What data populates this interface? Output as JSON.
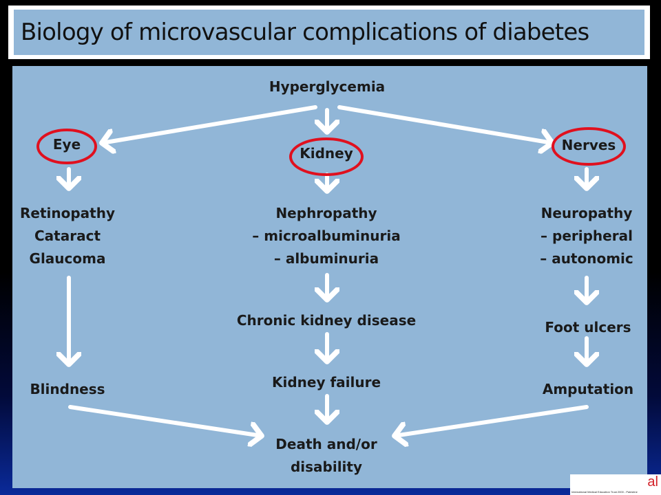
{
  "slide": {
    "title": "Biology of microvascular complications of diabetes"
  },
  "diagram": {
    "hyperglycemia": "Hyperglycemia",
    "eye": "Eye",
    "kidney": "Kidney",
    "nerves": "Nerves",
    "eye_path": {
      "conditions": [
        "Retinopathy",
        "Cataract",
        "Glaucoma"
      ],
      "outcome": "Blindness"
    },
    "kidney_path": {
      "conditions": [
        "Nephropathy",
        "– microalbuminuria",
        "– albuminuria"
      ],
      "stage": "Chronic kidney disease",
      "outcome": "Kidney failure"
    },
    "nerve_path": {
      "conditions": [
        "Neuropathy",
        "– peripheral",
        "– autonomic"
      ],
      "stage": "Foot ulcers",
      "outcome": "Amputation"
    },
    "final": [
      "Death and/or",
      "disability"
    ],
    "highlight_color": "#e0101e",
    "arrow_color": "#ffffff"
  },
  "logo": {
    "text": "al",
    "subtext": "International Medical Education Trust 2000 - Palestine"
  }
}
